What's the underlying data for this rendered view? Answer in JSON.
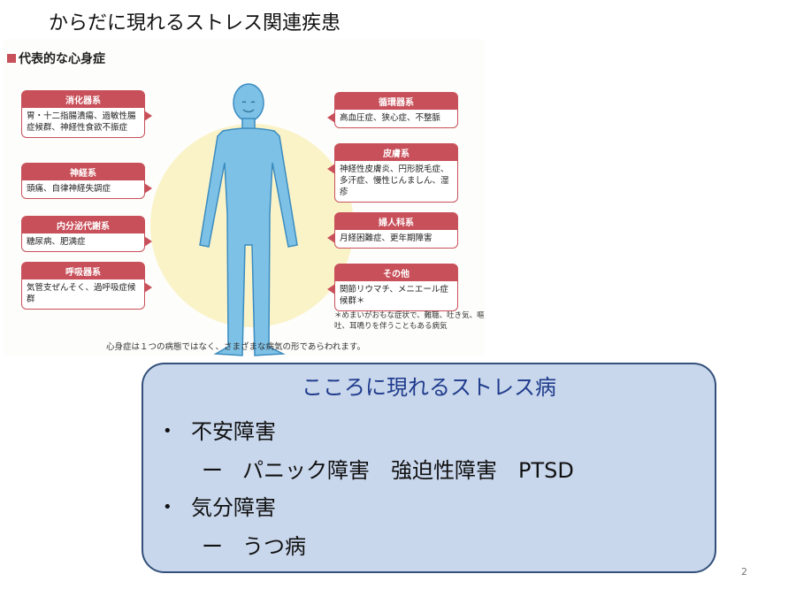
{
  "slide_title": "からだに現れるストレス関連疾患",
  "figure": {
    "heading": "代表的な心身症",
    "left_cards": [
      {
        "title": "消化器系",
        "body": "胃・十二指腸潰瘍、過敏性腸症候群、神経性食欲不振症"
      },
      {
        "title": "神経系",
        "body": "頭痛、自律神経失調症"
      },
      {
        "title": "内分泌代謝系",
        "body": "糖尿病、肥満症"
      },
      {
        "title": "呼吸器系",
        "body": "気管支ぜんそく、過呼吸症候群"
      }
    ],
    "right_cards": [
      {
        "title": "循環器系",
        "body": "高血圧症、狭心症、不整脈"
      },
      {
        "title": "皮膚系",
        "body": "神経性皮膚炎、円形脱毛症、多汗症、慢性じんましん、湿疹"
      },
      {
        "title": "婦人科系",
        "body": "月経困難症、更年期障害"
      },
      {
        "title": "その他",
        "body": "関節リウマチ、メニエール症候群＊"
      }
    ],
    "note": "＊めまいがおもな症状で、難聴、吐き気、嘔吐、耳鳴りを伴うこともある病気",
    "caption": "心身症は１つの病態ではなく、さまざまな病気の形であらわれます。"
  },
  "mind_box": {
    "title": "こころに現れるストレス病",
    "items": [
      {
        "label": "不安障害",
        "sub": "パニック障害　強迫性障害　PTSD"
      },
      {
        "label": "気分障害",
        "sub": "うつ病"
      }
    ],
    "bullet": "•",
    "dash": "ー"
  },
  "page_number": "2",
  "colors": {
    "card_red": "#c8505a",
    "body_blue": "#7ec1e6",
    "box_fill": "#c9d7ec",
    "box_border": "#33507a",
    "title_blue": "#1f3b8c"
  }
}
